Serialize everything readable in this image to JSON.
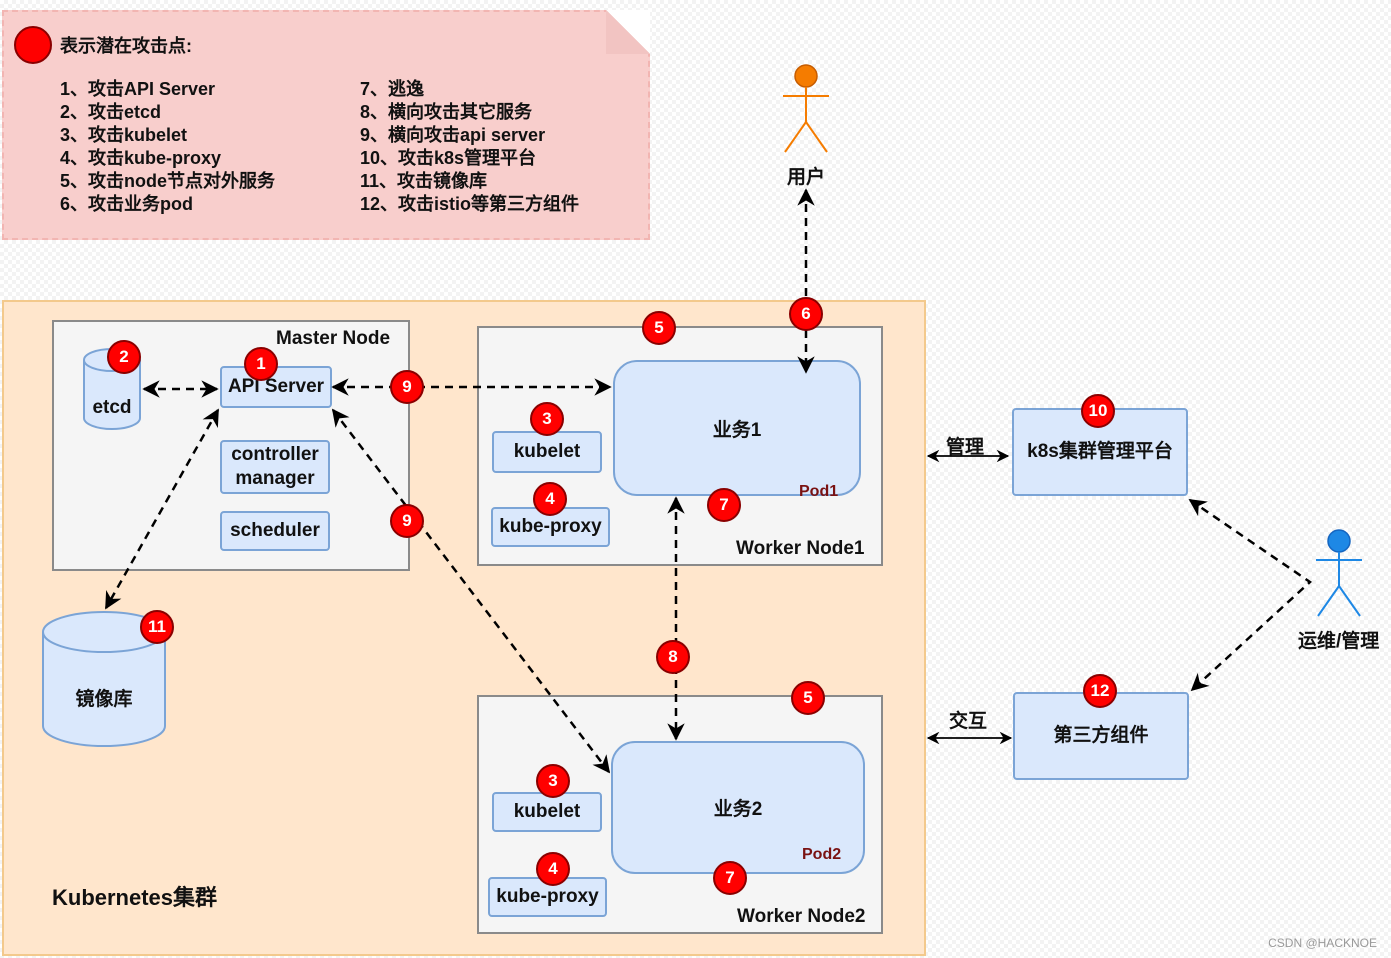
{
  "legend": {
    "title": "表示潜在攻击点:",
    "col1": [
      "1、攻击API Server",
      "2、攻击etcd",
      "3、攻击kubelet",
      "4、攻击kube-proxy",
      "5、攻击node节点对外服务",
      "6、攻击业务pod"
    ],
    "col2": [
      "7、逃逸",
      "8、横向攻击其它服务",
      "9、横向攻击api server",
      "10、攻击k8s管理平台",
      "11、攻击镜像库",
      "12、攻击istio等第三方组件"
    ]
  },
  "cluster": {
    "label": "Kubernetes集群"
  },
  "master": {
    "title": "Master Node",
    "etcd": "etcd",
    "api_server": "API Server",
    "controller_manager": "controller\nmanager",
    "scheduler": "scheduler"
  },
  "worker1": {
    "title": "Worker Node1",
    "kubelet": "kubelet",
    "kube_proxy": "kube-proxy",
    "pod_service": "业务1",
    "pod_tag": "Pod1"
  },
  "worker2": {
    "title": "Worker Node2",
    "kubelet": "kubelet",
    "kube_proxy": "kube-proxy",
    "pod_service": "业务2",
    "pod_tag": "Pod2"
  },
  "registry": "镜像库",
  "platform": "k8s集群管理平台",
  "third_party": "第三方组件",
  "edge_labels": {
    "manage": "管理",
    "interact": "交互"
  },
  "actors": {
    "user": "用户",
    "ops": "运维/管理"
  },
  "badges": {
    "api": "1",
    "etcd": "2",
    "kubelet1": "3",
    "proxy1": "4",
    "node1": "5",
    "pod1_in": "6",
    "pod1_escape": "7",
    "lateral": "8",
    "api_link": "9",
    "api_link2": "9",
    "platform": "10",
    "registry": "11",
    "third": "12",
    "kubelet2": "3",
    "proxy2": "4",
    "node2": "5",
    "pod2_escape": "7"
  },
  "colors": {
    "badge": "#ff0000",
    "component_fill": "#dae8fc",
    "cluster_fill": "#ffe6cc",
    "legend_fill": "#f8cecc",
    "user_actor": "#f57c00",
    "ops_actor": "#1e88e5"
  },
  "watermark": "CSDN @HACKNOE"
}
